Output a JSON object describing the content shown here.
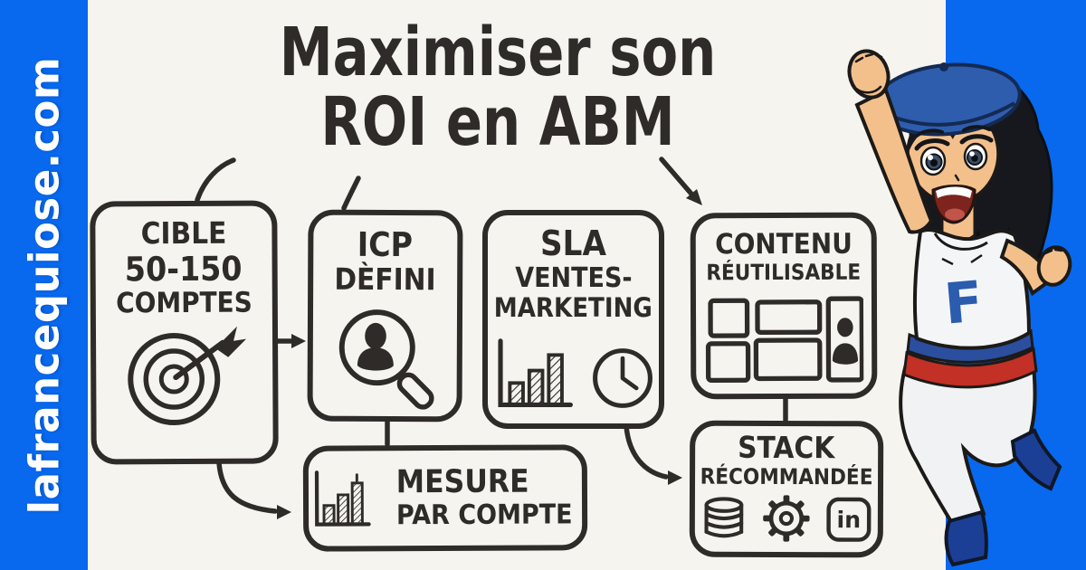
{
  "brand": {
    "site_url": "lafrancequiose.com"
  },
  "title": {
    "line1": "Maximiser son",
    "line2": "ROI en ABM"
  },
  "boxes": {
    "cible": {
      "l1": "CIBLE",
      "l2": "50-150",
      "l3": "COMPTES"
    },
    "icp": {
      "l1": "ICP",
      "l2": "DÈFINI"
    },
    "sla": {
      "l1": "SLA",
      "l2": "VENTES-",
      "l3": "MARKETING"
    },
    "contenu": {
      "l1": "CONTENU",
      "l2": "RÉUTILISABLE"
    },
    "mesure": {
      "l1": "MESURE",
      "l2": "PAR COMPTE"
    },
    "stack": {
      "l1": "STACK",
      "l2": "RÉCOMMANDÉE"
    }
  },
  "icons": {
    "linkedin_label": "in"
  },
  "mascot": {
    "shirt_letter": "F"
  },
  "colors": {
    "frame_blue": "#0868ee",
    "ink": "#2e2b28",
    "canvas": "#f6f4ef",
    "beret_blue": "#2e5dae",
    "belt_blue": "#2b4f9e",
    "belt_red": "#c23026",
    "boot_blue": "#1c3f96",
    "shirt_letter_blue": "#2b5cad",
    "skin": "#f3c08c",
    "hair": "#17181d"
  }
}
